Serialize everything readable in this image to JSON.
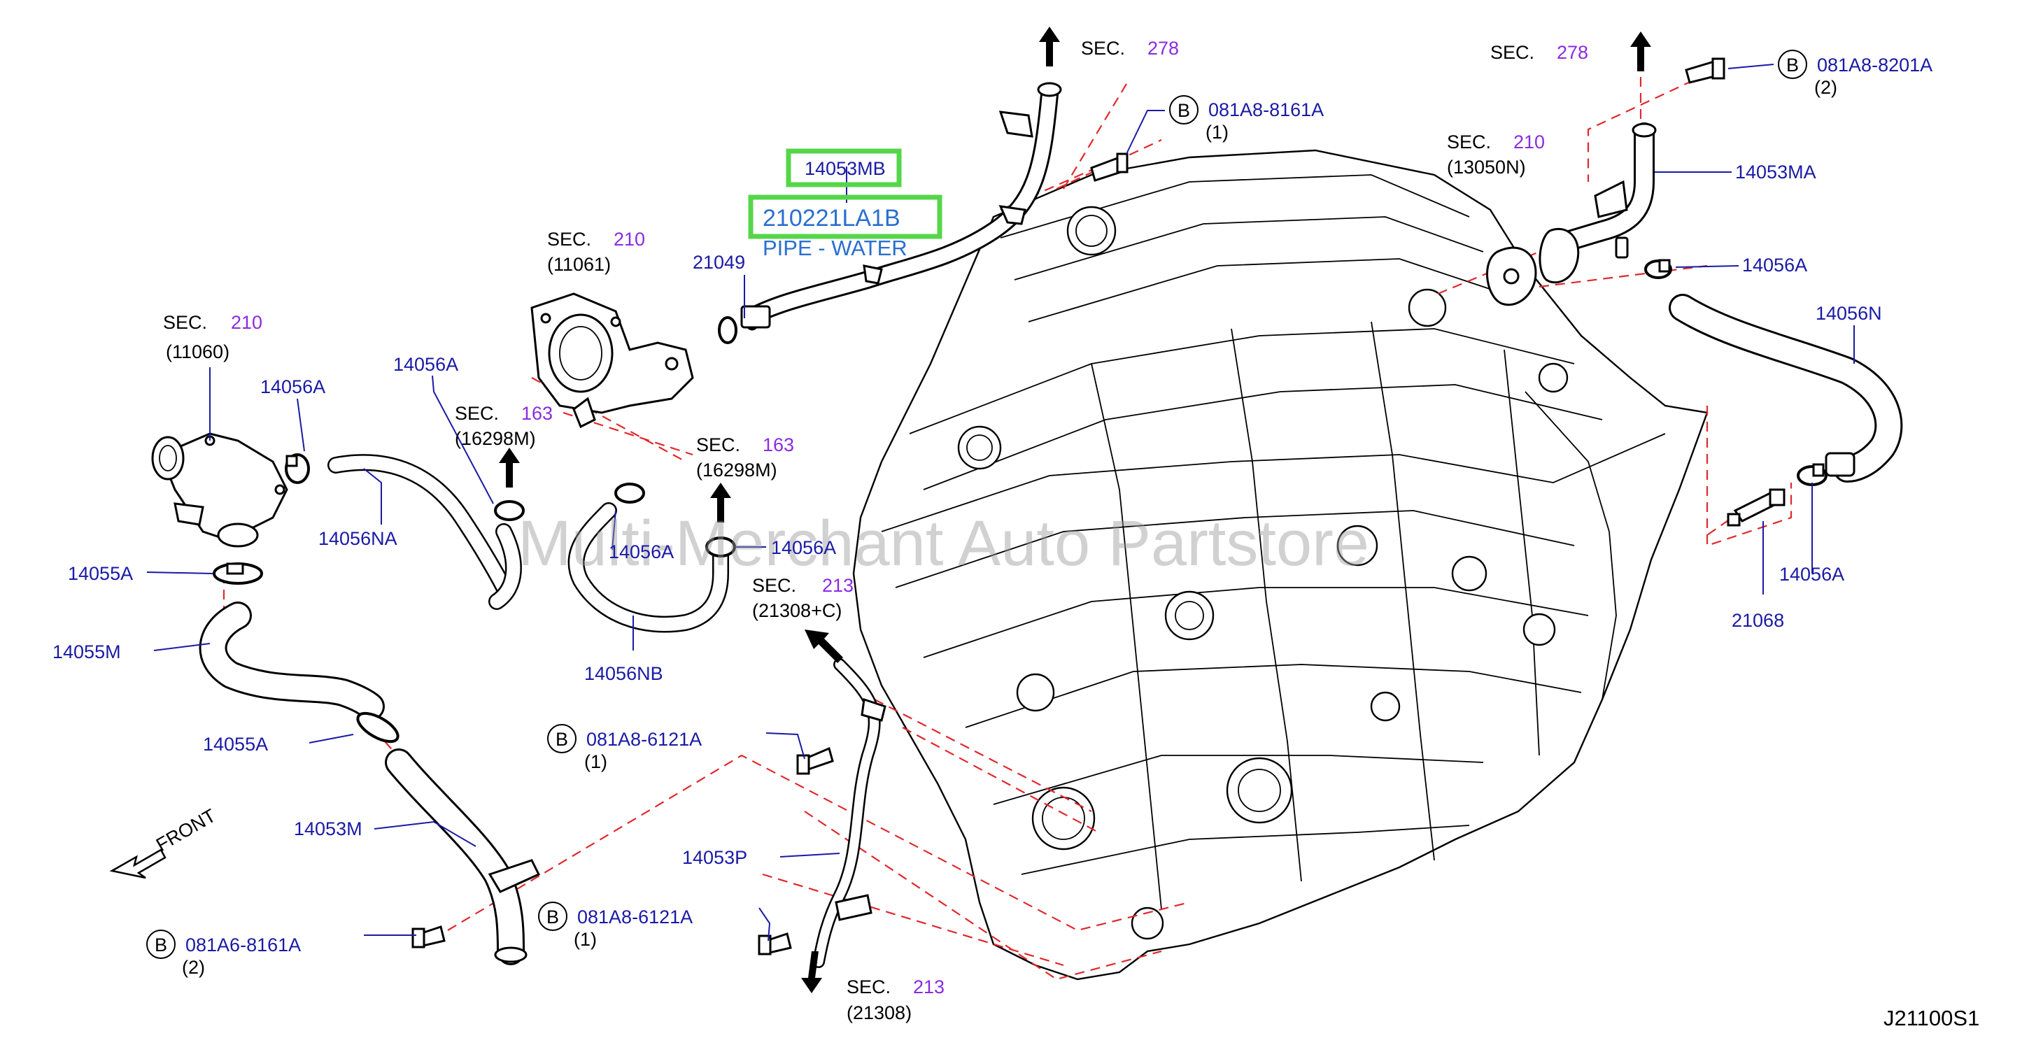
{
  "watermark": "Multi-Merchant Auto Partstore",
  "diagram_code": "J21100S1",
  "front_label": "FRONT",
  "sec": {
    "word": "SEC.",
    "s278a": "278",
    "s278b": "278",
    "s210_13050": "210",
    "ref_13050": "(13050N)",
    "s210_11061": "210",
    "ref_11061": "(11061)",
    "s210_11060": "210",
    "ref_11060": "(11060)",
    "s163a": "163",
    "ref_163a": "(16298M)",
    "s163b": "163",
    "ref_163b": "(16298M)",
    "s213a": "213",
    "ref_213a": "(21308+C)",
    "s213b": "213",
    "ref_213b": "(21308)"
  },
  "bolts": {
    "b_letter": "B",
    "b1_num": "081A8-8161A",
    "b1_qty": "(1)",
    "b2_num": "081A8-8201A",
    "b2_qty": "(2)",
    "b3_num": "081A8-6121A",
    "b3_qty": "(1)",
    "b4_num": "081A8-6121A",
    "b4_qty": "(1)",
    "b5_num": "081A6-8161A",
    "b5_qty": "(2)"
  },
  "parts": {
    "p14053MB": "14053MB",
    "p210221LA1B": "210221LA1B",
    "pipe_water": "PIPE - WATER",
    "p21049": "21049",
    "p14053MA": "14053MA",
    "p14056A_r": "14056A",
    "p14056N": "14056N",
    "p14056A_rb": "14056A",
    "p21068": "21068",
    "p14056A_l": "14056A",
    "p14056A_top": "14056A",
    "p14056NA": "14056NA",
    "p14056A_mid": "14056A",
    "p14056A_mid2": "14056A",
    "p14056NB": "14056NB",
    "p14055A_top": "14055A",
    "p14055M": "14055M",
    "p14055A_bot": "14055A",
    "p14053M": "14053M",
    "p14053P": "14053P"
  }
}
